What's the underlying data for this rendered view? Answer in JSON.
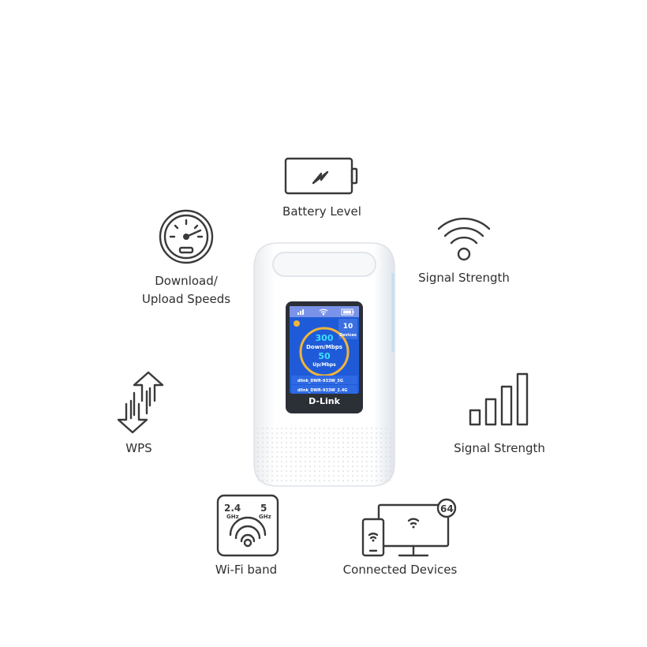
{
  "features": {
    "battery": {
      "label": "Battery Level",
      "icon": "battery-icon"
    },
    "speed": {
      "label_line1": "Download/",
      "label_line2": "Upload Speeds",
      "icon": "speedometer-icon"
    },
    "signal_wifi": {
      "label": "Signal Strength",
      "icon": "wifi-signal-icon"
    },
    "wps": {
      "label": "WPS",
      "icon": "wps-icon"
    },
    "signal_bars": {
      "label": "Signal Strength",
      "icon": "signal-bars-icon"
    },
    "wifi_band": {
      "label": "Wi-Fi band",
      "band1": "2.4",
      "band2": "5",
      "unit": "GHz",
      "icon": "wifi-band-icon"
    },
    "devices": {
      "label": "Connected Devices",
      "count": "64",
      "icon": "connected-devices-icon"
    }
  },
  "device_screen": {
    "device_count": "10",
    "device_word": "Devices",
    "down_speed": "300",
    "down_label": "Down/Mbps",
    "up_speed": "50",
    "up_label": "Up/Mbps",
    "ssid_5g": "dlink_DWR-933W_5G",
    "ssid_24g": "dlink_DWR-933W_2.4G",
    "brand": "D-Link"
  },
  "colors": {
    "screen_blue": "#1f5bd8",
    "screen_header": "#7a93e8",
    "gauge_ring": "#f2b43a",
    "speed_cyan": "#3ae0ff",
    "icon_stroke": "#3a3a3a"
  }
}
